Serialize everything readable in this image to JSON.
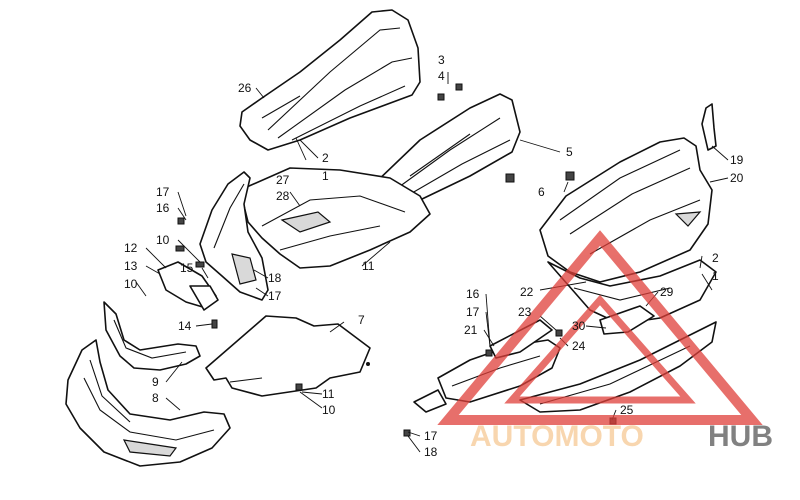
{
  "callouts": [
    {
      "id": "c26",
      "text": "26"
    },
    {
      "id": "c3",
      "text": "3"
    },
    {
      "id": "c4",
      "text": "4"
    },
    {
      "id": "c2a",
      "text": "2"
    },
    {
      "id": "c1a",
      "text": "1"
    },
    {
      "id": "c27",
      "text": "27"
    },
    {
      "id": "c28",
      "text": "28"
    },
    {
      "id": "c5",
      "text": "5"
    },
    {
      "id": "c6",
      "text": "6"
    },
    {
      "id": "c19",
      "text": "19"
    },
    {
      "id": "c20",
      "text": "20"
    },
    {
      "id": "c17a",
      "text": "17"
    },
    {
      "id": "c16a",
      "text": "16"
    },
    {
      "id": "c10a",
      "text": "10"
    },
    {
      "id": "c12",
      "text": "12"
    },
    {
      "id": "c13",
      "text": "13"
    },
    {
      "id": "c15",
      "text": "15"
    },
    {
      "id": "c10b",
      "text": "10"
    },
    {
      "id": "c14",
      "text": "14"
    },
    {
      "id": "c18a",
      "text": "18"
    },
    {
      "id": "c17b",
      "text": "17"
    },
    {
      "id": "c11a",
      "text": "11"
    },
    {
      "id": "c2b",
      "text": "2"
    },
    {
      "id": "c1b",
      "text": "1"
    },
    {
      "id": "c7",
      "text": "7"
    },
    {
      "id": "c9",
      "text": "9"
    },
    {
      "id": "c8",
      "text": "8"
    },
    {
      "id": "c11b",
      "text": "11"
    },
    {
      "id": "c10c",
      "text": "10"
    },
    {
      "id": "c16b",
      "text": "16"
    },
    {
      "id": "c17c",
      "text": "17"
    },
    {
      "id": "c21",
      "text": "21"
    },
    {
      "id": "c23",
      "text": "23"
    },
    {
      "id": "c22",
      "text": "22"
    },
    {
      "id": "c29",
      "text": "29"
    },
    {
      "id": "c30",
      "text": "30"
    },
    {
      "id": "c24",
      "text": "24"
    },
    {
      "id": "c25",
      "text": "25"
    },
    {
      "id": "c17d",
      "text": "17"
    },
    {
      "id": "c18b",
      "text": "18"
    }
  ],
  "watermark": {
    "part1": "AUTOMOTO",
    "part2": "HUB",
    "accent_color": "#e0403a",
    "secondary_color": "#f5c48a",
    "dark_color": "#3a3a3a"
  }
}
